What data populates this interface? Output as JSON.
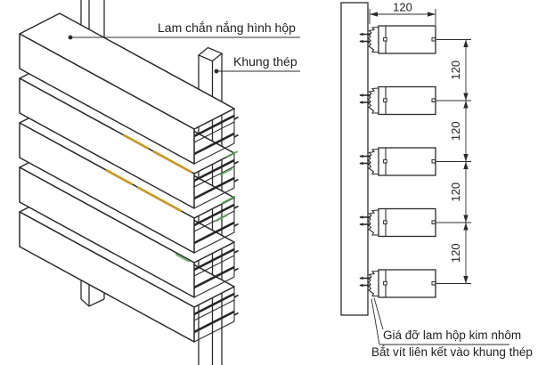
{
  "diagram": {
    "background": "#ffffff",
    "line_color": "#2b2b2b",
    "accent_yellow": "#d7a528",
    "accent_green": "#5aa35a"
  },
  "iso_view": {
    "louver_label": "Lam chắn nắng hình hộp",
    "frame_label": "Khung thép",
    "louver_count": 5
  },
  "section_view": {
    "width_dim": "120",
    "spacing_dims": [
      "120",
      "120",
      "120",
      "120"
    ],
    "bracket_label": "Giá đỡ lam hộp kim nhôm",
    "screw_label": "Bắt vít liên kết vào khung thép",
    "louver_count": 5
  }
}
